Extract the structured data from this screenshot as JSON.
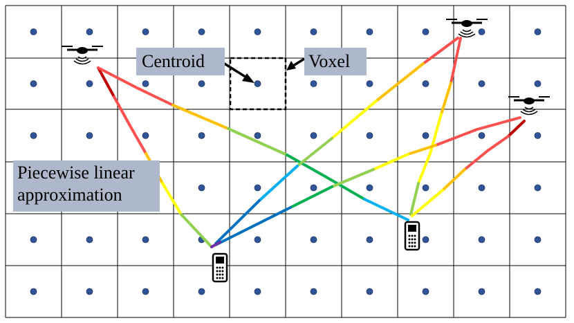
{
  "labels": {
    "centroid": "Centroid",
    "voxel": "Voxel",
    "piecewise_line1": "Piecewise linear",
    "piecewise_line2": "approximation"
  },
  "grid": {
    "columns": 10,
    "rows": 6
  },
  "colors": {
    "grid_line": "#000000",
    "centroid_dot": "#2f5597",
    "label_bg": "#adb9ca",
    "ray_gradient": [
      "#c00000",
      "#ff5050",
      "#ffc000",
      "#ffff00",
      "#92d050",
      "#00b050",
      "#00b0f0",
      "#0070c0",
      "#002060",
      "#7030a0"
    ]
  },
  "icons": [
    "drone-icon",
    "drone-icon",
    "drone-icon",
    "phone-icon",
    "phone-icon"
  ]
}
